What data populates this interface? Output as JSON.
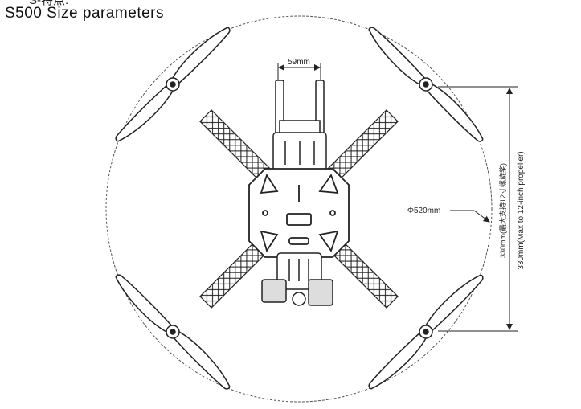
{
  "header": {
    "cut_text": "S-特点:",
    "title": "S500 Size parameters"
  },
  "dimensions": {
    "top_width": "59mm",
    "diameter": "Φ520mm",
    "side_cn": "330mm(最大支持12寸螺旋桨)",
    "side_en": "330mm(Max to 12-inch propeller)"
  },
  "colors": {
    "line": "#222222",
    "background": "#ffffff"
  }
}
